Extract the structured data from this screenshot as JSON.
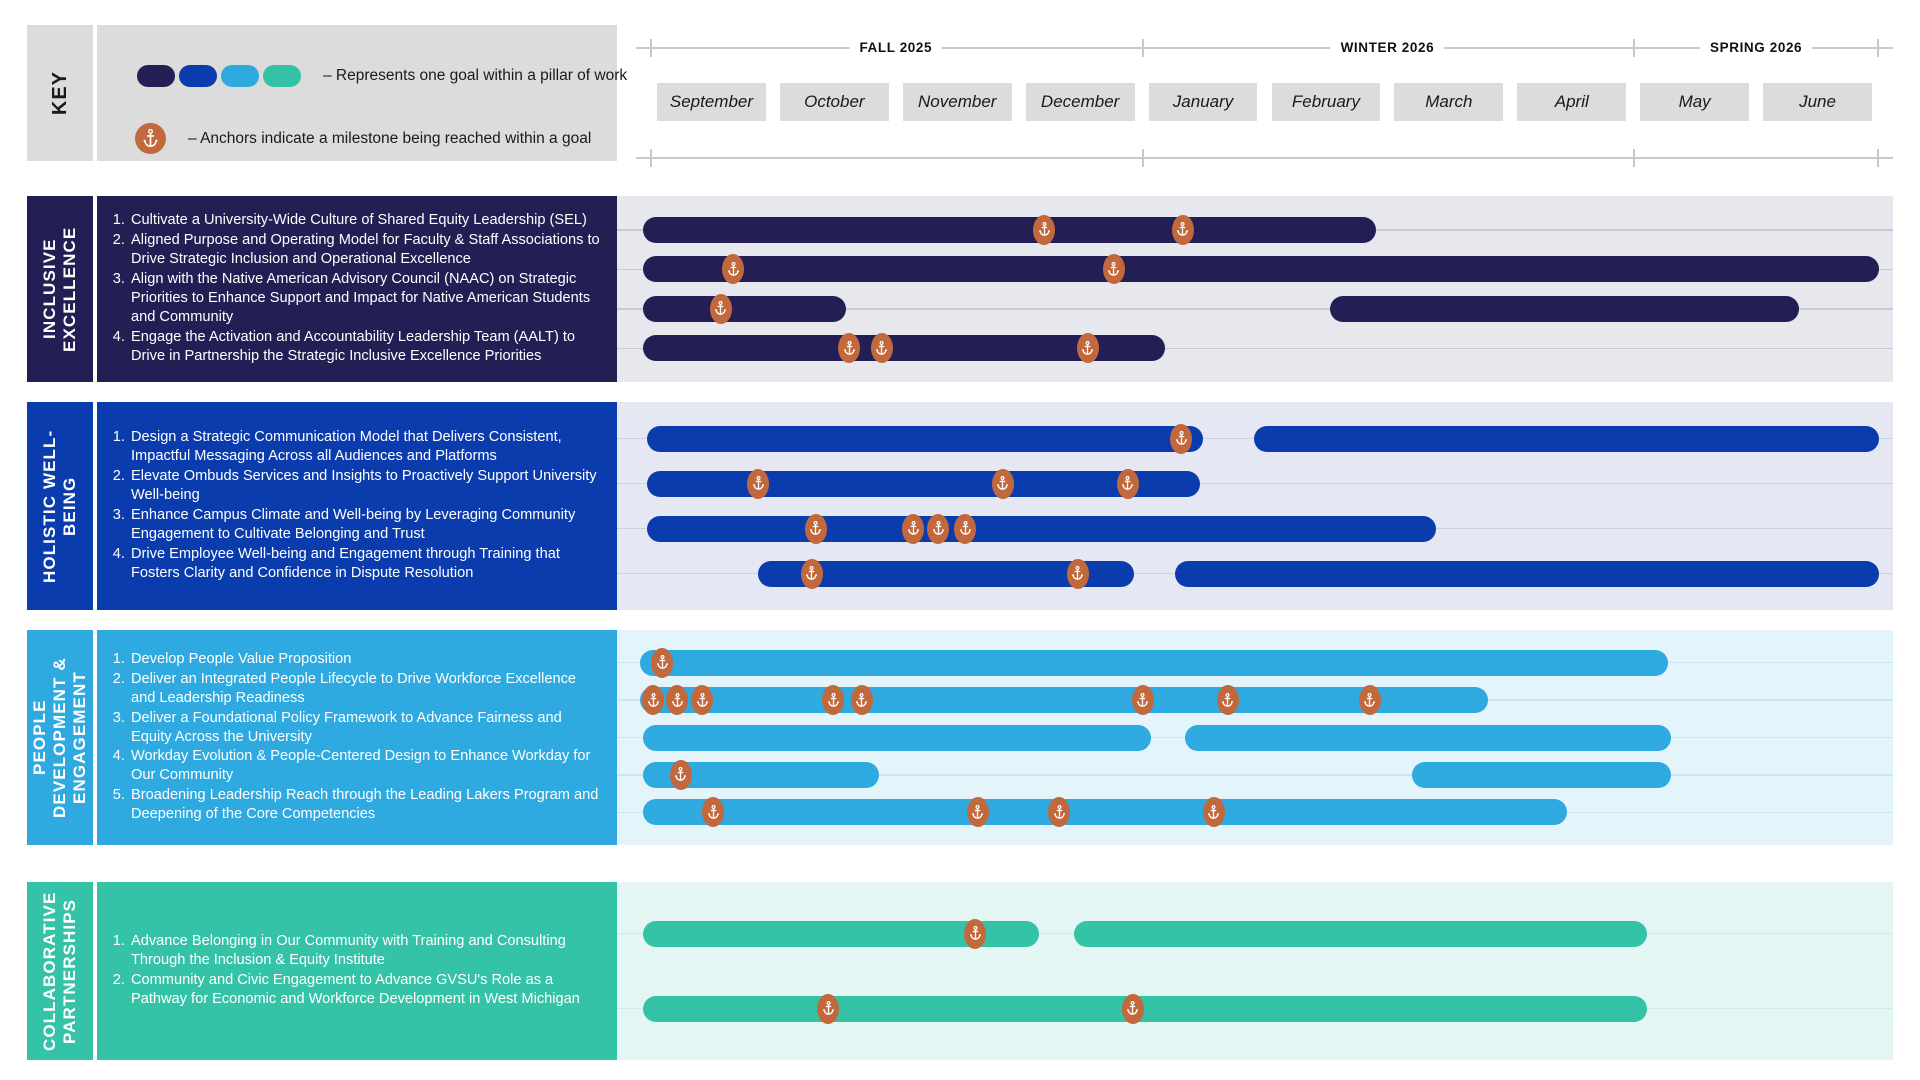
{
  "key": {
    "label": "KEY",
    "swatch_colors": [
      "#231f54",
      "#0b3cae",
      "#2eaae1",
      "#35c3a7"
    ],
    "legend_goal": "– Represents one goal within a pillar of work",
    "legend_anchor": "– Anchors indicate a milestone being reached within a goal",
    "anchor_icon": "anchor-icon",
    "anchor_color": "#c1693c"
  },
  "timeline": {
    "seasons": [
      {
        "label": "FALL 2025",
        "start_month": 0,
        "end_month": 4
      },
      {
        "label": "WINTER 2026",
        "start_month": 4,
        "end_month": 8
      },
      {
        "label": "SPRING 2026",
        "start_month": 8,
        "end_month": 10
      }
    ],
    "months": [
      "September",
      "October",
      "November",
      "December",
      "January",
      "February",
      "March",
      "April",
      "May",
      "June"
    ]
  },
  "chart_data": {
    "type": "bar",
    "title": "Strategic Plan Roadmap Gantt",
    "x": [
      "September",
      "October",
      "November",
      "December",
      "January",
      "February",
      "March",
      "April",
      "May",
      "June"
    ],
    "xlim": [
      0,
      10
    ],
    "grid": true,
    "legend": "position: top-left key block",
    "pillars": [
      {
        "name": "INCLUSIVE EXCELLENCE",
        "tab_color": "#231f54",
        "panel_color": "#231f54",
        "bar_color": "#231f54",
        "track_color": "#e7e7ee",
        "grid_color": "#c9c9d4",
        "goals": [
          "Cultivate a University-Wide Culture of Shared Equity Leadership (SEL)",
          "Aligned Purpose and Operating Model for Faculty & Staff Associations to Drive Strategic Inclusion and Operational Excellence",
          "Align with the Native American Advisory Council (NAAC) on Strategic Priorities to Enhance Support and Impact for Native American Students and Community",
          "Engage the Activation and Accountability Leadership Team (AALT) to Drive in Partnership the Strategic Inclusive Excellence Priorities"
        ],
        "rows": [
          {
            "bars": [
              {
                "start": 0.1,
                "end": 5.97
              }
            ],
            "anchors": [
              3.31,
              4.42
            ]
          },
          {
            "bars": [
              {
                "start": 0.1,
                "end": 10.0
              }
            ],
            "anchors": [
              0.82,
              3.87
            ]
          },
          {
            "bars": [
              {
                "start": 0.1,
                "end": 1.72
              },
              {
                "start": 5.6,
                "end": 9.36
              }
            ],
            "anchors": [
              0.72
            ]
          },
          {
            "bars": [
              {
                "start": 0.1,
                "end": 4.28
              }
            ],
            "anchors": [
              1.75,
              2.01,
              3.66
            ]
          }
        ]
      },
      {
        "name": "HOLISTIC WELL-BEING",
        "tab_color": "#0b3cae",
        "panel_color": "#0b3cae",
        "bar_color": "#0b3cae",
        "track_color": "#e5e8f3",
        "grid_color": "#ccd2e6",
        "goals": [
          "Design a Strategic Communication Model that Delivers Consistent, Impactful Messaging Across all Audiences and Platforms",
          "Elevate Ombuds Services and Insights to Proactively Support University Well-being",
          "Enhance Campus Climate and Well-being by Leveraging Community Engagement to Cultivate Belonging and Trust",
          "Drive Employee Well-being and Engagement through Training that Fosters Clarity and Confidence in Dispute Resolution"
        ],
        "rows": [
          {
            "bars": [
              {
                "start": 0.13,
                "end": 4.58
              },
              {
                "start": 4.99,
                "end": 10.0
              }
            ],
            "anchors": [
              4.41
            ]
          },
          {
            "bars": [
              {
                "start": 0.13,
                "end": 4.56
              }
            ],
            "anchors": [
              1.02,
              2.98,
              3.98
            ]
          },
          {
            "bars": [
              {
                "start": 0.13,
                "end": 6.45
              }
            ],
            "anchors": [
              1.48,
              2.26,
              2.46,
              2.68
            ]
          },
          {
            "bars": [
              {
                "start": 1.02,
                "end": 4.03
              },
              {
                "start": 4.36,
                "end": 10.0
              }
            ],
            "anchors": [
              1.45,
              3.58
            ]
          }
        ]
      },
      {
        "name": "PEOPLE DEVELOPMENT & ENGAGEMENT",
        "tab_color": "#2eaae1",
        "panel_color": "#2eaae1",
        "bar_color": "#2eaae1",
        "track_color": "#e3f4fb",
        "grid_color": "#c8e7f4",
        "goals": [
          "Develop People Value Proposition",
          "Deliver an Integrated People Lifecycle to Drive Workforce Excellence and Leadership Readiness",
          "Deliver a Foundational Policy Framework to Advance Fairness and Equity Across the University",
          "Workday Evolution & People-Centered Design to Enhance Workday for Our Community",
          "Broadening Leadership Reach through the Leading Lakers Program and Deepening of the Core Competencies"
        ],
        "rows": [
          {
            "bars": [
              {
                "start": 0.07,
                "end": 8.31
              }
            ],
            "anchors": [
              0.25
            ]
          },
          {
            "bars": [
              {
                "start": 0.07,
                "end": 6.87
              }
            ],
            "anchors": [
              0.18,
              0.37,
              0.57,
              1.62,
              1.85,
              4.1,
              4.78,
              5.92
            ]
          },
          {
            "bars": [
              {
                "start": 0.1,
                "end": 4.17
              },
              {
                "start": 4.44,
                "end": 8.33
              }
            ],
            "anchors": []
          },
          {
            "bars": [
              {
                "start": 0.1,
                "end": 1.99
              },
              {
                "start": 6.26,
                "end": 8.33
              }
            ],
            "anchors": [
              0.4
            ]
          },
          {
            "bars": [
              {
                "start": 0.1,
                "end": 7.5
              }
            ],
            "anchors": [
              0.66,
              2.78,
              3.43,
              4.67
            ]
          }
        ]
      },
      {
        "name": "COLLABORATIVE PARTNERSHIPS",
        "tab_color": "#35c3a7",
        "panel_color": "#35c3a7",
        "bar_color": "#35c3a7",
        "track_color": "#e4f6f3",
        "grid_color": "#cdebe5",
        "goals": [
          "Advance Belonging in Our Community with Training and Consulting Through the Inclusion & Equity Institute",
          "Community and Civic Engagement to Advance GVSU's Role as a Pathway for Economic and Workforce Development in West Michigan"
        ],
        "rows": [
          {
            "bars": [
              {
                "start": 0.1,
                "end": 3.27
              },
              {
                "start": 3.55,
                "end": 8.14
              }
            ],
            "anchors": [
              2.76
            ]
          },
          {
            "bars": [
              {
                "start": 0.1,
                "end": 8.14
              }
            ],
            "anchors": [
              1.58,
              4.02
            ]
          }
        ]
      }
    ]
  }
}
